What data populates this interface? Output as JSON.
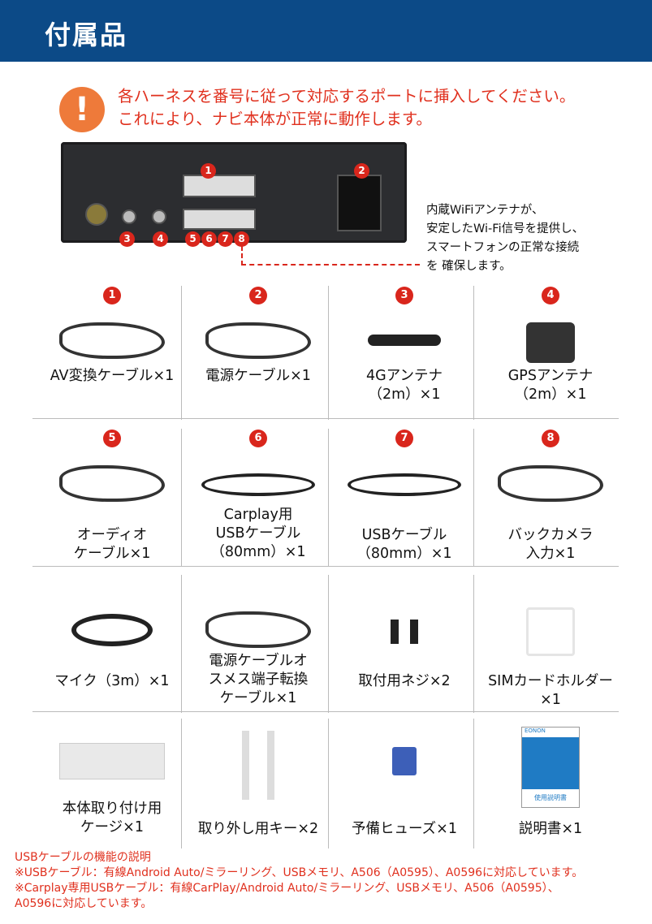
{
  "header": {
    "title": "付属品"
  },
  "notice": {
    "icon": "exclamation-icon",
    "lines": [
      "各ハーネスを番号に従って対応するポートに挿入してください。",
      "これにより、ナビ本体が正常に動作します。"
    ]
  },
  "device": {
    "badges": [
      "1",
      "2",
      "3",
      "4",
      "5",
      "6",
      "7",
      "8"
    ]
  },
  "wifi_note": [
    "内蔵WiFiアンテナが、",
    "安定したWi-Fi信号を提供し、",
    "スマートフォンの正常な接続",
    "を 確保します。"
  ],
  "items": [
    {
      "num": "1",
      "label": [
        "AV変換ケーブル×1"
      ]
    },
    {
      "num": "2",
      "label": [
        "電源ケーブル×1"
      ]
    },
    {
      "num": "3",
      "label": [
        "4Gアンテナ",
        "（2m）×1"
      ]
    },
    {
      "num": "4",
      "label": [
        "GPSアンテナ",
        "（2m）×1"
      ]
    },
    {
      "num": "5",
      "label": [
        "オーディオ",
        "ケーブル×1"
      ]
    },
    {
      "num": "6",
      "label": [
        "Carplay用",
        "USBケーブル",
        "（80mm）×1"
      ]
    },
    {
      "num": "7",
      "label": [
        "USBケーブル",
        "（80mm）×1"
      ]
    },
    {
      "num": "8",
      "label": [
        "バックカメラ",
        "入力×1"
      ]
    },
    {
      "label": [
        "マイク（3m）×1"
      ]
    },
    {
      "label": [
        "電源ケーブルオ",
        "スメス端子転換",
        "ケーブル×1"
      ]
    },
    {
      "label": [
        "取付用ネジ×2"
      ]
    },
    {
      "label": [
        "SIMカードホルダー",
        "×1"
      ]
    },
    {
      "label": [
        "本体取り付け用",
        "ケージ×1"
      ]
    },
    {
      "label": [
        "取り外し用キー×2"
      ]
    },
    {
      "label": [
        "予備ヒューズ×1"
      ]
    },
    {
      "label": [
        "説明書×1"
      ]
    }
  ],
  "manual_cover": {
    "title": "使用説明書",
    "brand": "EONON"
  },
  "footer": [
    "USBケーブルの機能の説明",
    "※USBケーブル：有線Android Auto/ミラーリング、USBメモリ、A506（A0595）、A0596に対応しています。",
    "※Carplay専用USBケーブル：有線CarPlay/Android Auto/ミラーリング、USBメモリ、A506（A0595）、",
    "A0596に対応しています。"
  ],
  "colors": {
    "header": "#0c4a87",
    "accent": "#d9261c",
    "warning": "#ee7a3a"
  }
}
